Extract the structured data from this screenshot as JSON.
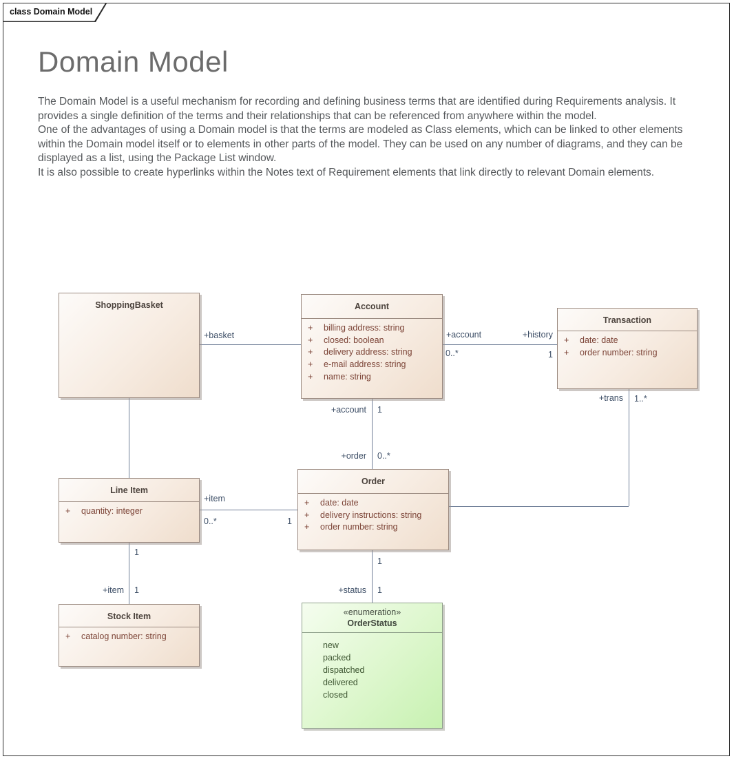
{
  "frame": {
    "tab_label": "class Domain Model"
  },
  "header": {
    "title": "Domain Model"
  },
  "description": {
    "paragraphs": [
      "The Domain Model is a useful mechanism for recording and defining business terms that are identified during Requirements analysis.  It provides a single definition of the terms and their relationships that can be referenced from anywhere within the model.",
      "One of the advantages of using a Domain model is that the terms are modeled as Class elements, which can be linked to other elements within the Domain model itself or to elements in other parts of the model.  They can be used on any number of diagrams, and they can be displayed as a list, using the Package List window.",
      "It is also possible to create hyperlinks within the Notes text of Requirement elements that link directly to relevant Domain elements."
    ]
  },
  "visibility_symbol": "+",
  "classes": [
    {
      "name": "ShoppingBasket",
      "attributes": []
    },
    {
      "name": "Account",
      "attributes": [
        "billing address: string",
        "closed: boolean",
        "delivery address: string",
        "e-mail address: string",
        "name: string"
      ]
    },
    {
      "name": "Transaction",
      "attributes": [
        "date: date",
        "order number: string"
      ]
    },
    {
      "name": "Line Item",
      "attributes": [
        "quantity: integer"
      ]
    },
    {
      "name": "Order",
      "attributes": [
        "date: date",
        "delivery instructions: string",
        "order number: string"
      ]
    },
    {
      "name": "Stock Item",
      "attributes": [
        "catalog number: string"
      ]
    },
    {
      "name": "OrderStatus",
      "stereotype": "«enumeration»",
      "literals": [
        "new",
        "packed",
        "dispatched",
        "delivered",
        "closed"
      ]
    }
  ],
  "connectors": {
    "shoppingbasket_account": {
      "basket_role": "+basket"
    },
    "account_transaction": {
      "account_role": "+account",
      "account_mult": "0..*",
      "history_role": "+history",
      "history_mult": "1"
    },
    "order_account": {
      "account_role": "+account",
      "account_mult": "1",
      "order_role": "+order",
      "order_mult": "0..*"
    },
    "order_lineitem": {
      "item_role": "+item",
      "item_mult": "0..*",
      "order_mult": "1"
    },
    "order_transaction": {
      "trans_role": "+trans",
      "trans_mult": "1..*"
    },
    "lineitem_stockitem": {
      "lineitem_mult": "1",
      "item_role": "+item",
      "item_mult": "1"
    },
    "order_orderstatus": {
      "order_mult": "1",
      "status_role": "+status",
      "status_mult": "1"
    }
  },
  "colors": {
    "class_fill_start": "#fdfbf9",
    "class_fill_end": "#efddcc",
    "class_border": "#9a897f",
    "enum_fill_start": "#f5fdef",
    "enum_fill_end": "#c7f1b1",
    "enum_border": "#8fa08b",
    "class_title_text": "#4c433d",
    "attribute_text": "#7c4437",
    "enum_literal_text": "#3f5733",
    "connector_line": "#6e7d96",
    "connector_label_text": "#3d4e66",
    "page_title_text": "#6c6c6c",
    "body_text": "#55585b"
  }
}
